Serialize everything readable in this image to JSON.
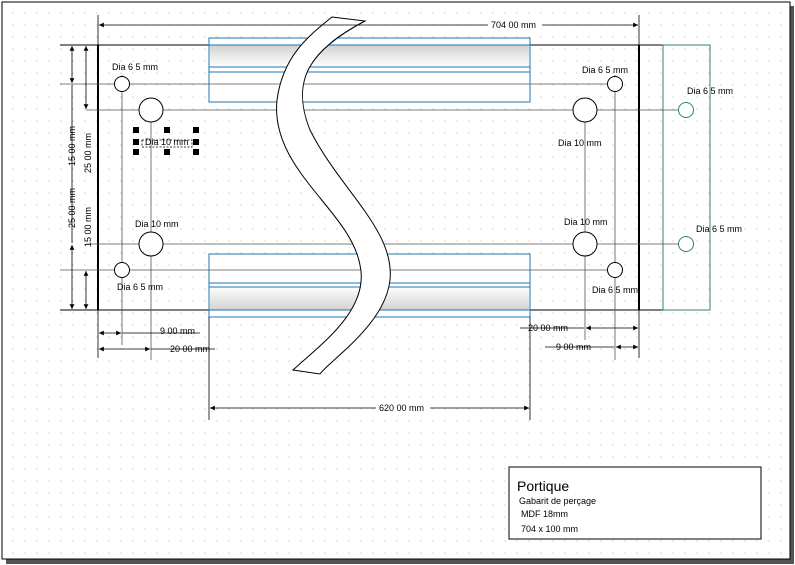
{
  "colors": {
    "outline": "#000000",
    "rail": "#1f77b4",
    "green": "#2e8b57",
    "grid": "#b9b9b9",
    "handle": "#000000"
  },
  "dimensions": {
    "overall_width": "704 00 mm",
    "rail_length": "620 00 mm",
    "left_edge_short": "9 00 mm",
    "left_edge_long": "20 00 mm",
    "right_edge_long": "20 00 mm",
    "right_edge_short": "9 00 mm",
    "vert_15_top": "15 00 mm",
    "vert_25_top": "25 00 mm",
    "vert_25_bottom": "25 00 mm",
    "vert_15_bottom": "15 00 mm"
  },
  "holes": {
    "top_left_small": "Dia 6 5 mm",
    "top_left_large": "Dia 10 mm",
    "top_right_small": "Dia 6 5 mm",
    "top_right_large": "Dia 10 mm",
    "green_top": "Dia 6 5 mm",
    "bottom_left_large": "Dia 10 mm",
    "bottom_left_small": "Dia 6 5 mm",
    "bottom_right_large": "Dia 10 mm",
    "bottom_right_small": "Dia 6 5 mm",
    "green_bottom": "Dia 6 5 mm"
  },
  "title_block": {
    "title": "Portique",
    "subtitle": "Gabarit de perçage",
    "material": "MDF 18mm",
    "size": "704  x 100 mm"
  }
}
